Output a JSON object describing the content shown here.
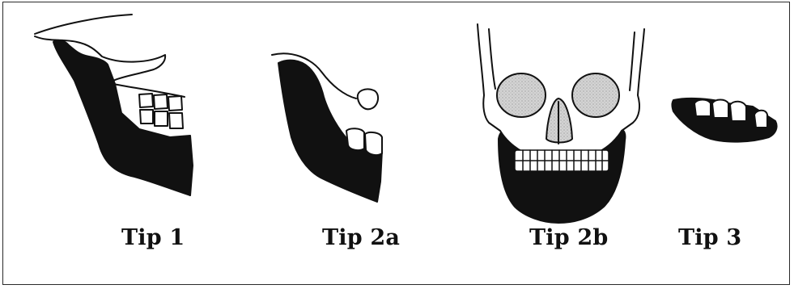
{
  "figure": {
    "panels": [
      {
        "id": "tip1",
        "label": "Tip 1"
      },
      {
        "id": "tip2a",
        "label": "Tip 2a"
      },
      {
        "id": "tip2b",
        "label": "Tip 2b"
      },
      {
        "id": "tip3",
        "label": "Tip 3"
      }
    ]
  },
  "colors": {
    "ink": "#111111",
    "bone_fill": "#ffffff",
    "orbit_fill": "#cfcfcf",
    "frame": "#2a2a2a"
  }
}
